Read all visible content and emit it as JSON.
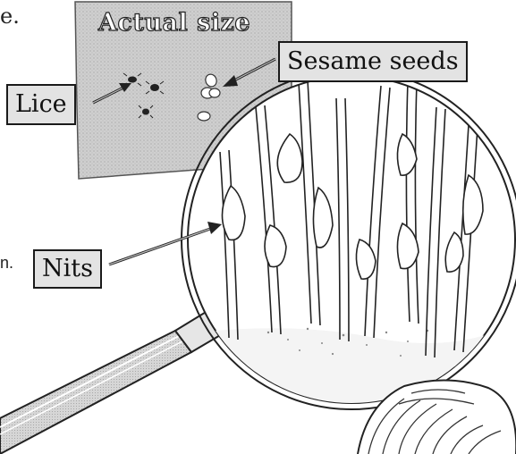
{
  "diagram": {
    "title_panel": {
      "text": "Actual size"
    },
    "labels": {
      "lice": "Lice",
      "sesame": "Sesame seeds",
      "nits": "Nits"
    },
    "cropped_text": {
      "top_left": "e.",
      "mid_left": "n."
    }
  },
  "colors": {
    "panel_fill": "#cfcfcf",
    "label_fill": "#e3e3e3",
    "ink": "#1a1a1a",
    "lens_fill": "#ffffff",
    "handle_fill": "#d8d8d8"
  }
}
